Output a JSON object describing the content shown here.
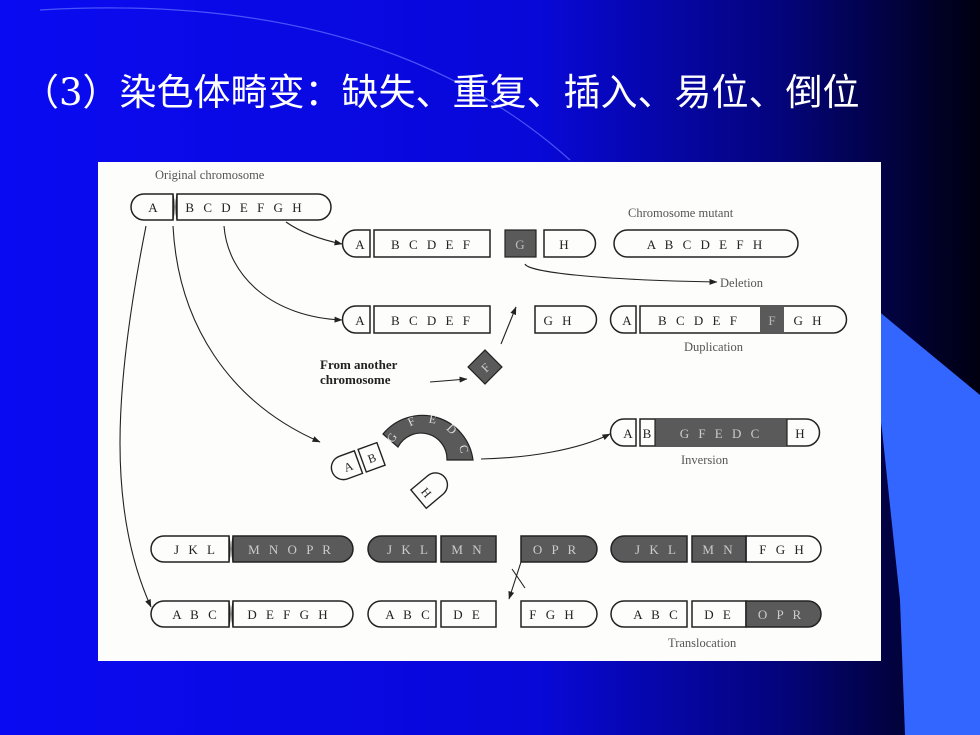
{
  "slide": {
    "title": "（3）染色体畸变：缺失、重复、插入、易位、倒位",
    "colors": {
      "background": "#0b0bf0",
      "accent_blue": "#3366ff",
      "dark_edge": "#000000",
      "title_text": "#ffffff",
      "shaded_segment": "#5a5a5a"
    }
  },
  "figure": {
    "original_label": "Original chromosome",
    "mutant_label": "Chromosome mutant",
    "from_another_line1": "From another",
    "from_another_line2": "chromosome",
    "captions": {
      "deletion": "Deletion",
      "duplication": "Duplication",
      "inversion": "Inversion",
      "translocation": "Translocation"
    },
    "original": [
      "A",
      "B C D E F G H"
    ],
    "del_left": [
      "A",
      "B C D E F"
    ],
    "del_g": "G",
    "del_right": "H",
    "del_result": "A B C D E F H",
    "dup_left": [
      "A",
      "B C D E F"
    ],
    "dup_right": "G H",
    "dup_f": "F",
    "dup_result": [
      "A",
      "B C D E F",
      "F",
      "G H"
    ],
    "inv_left": [
      "A",
      "B"
    ],
    "inv_arc": [
      "G",
      "F",
      "E",
      "D",
      "C"
    ],
    "inv_h": "H",
    "inv_result": [
      "A",
      "B",
      "G F E D C",
      "H"
    ],
    "tr_top_orig": [
      "J K L",
      "M N O P R"
    ],
    "tr_bot_orig": [
      "A B C",
      "D E F G H"
    ],
    "tr_top_break": [
      "J K L",
      "M N",
      "O P R"
    ],
    "tr_bot_break": [
      "A B C",
      "D E",
      "F G H"
    ],
    "tr_top_result": [
      "J K L",
      "M N",
      "F G H"
    ],
    "tr_bot_result": [
      "A B C",
      "D E",
      "O P R"
    ]
  }
}
